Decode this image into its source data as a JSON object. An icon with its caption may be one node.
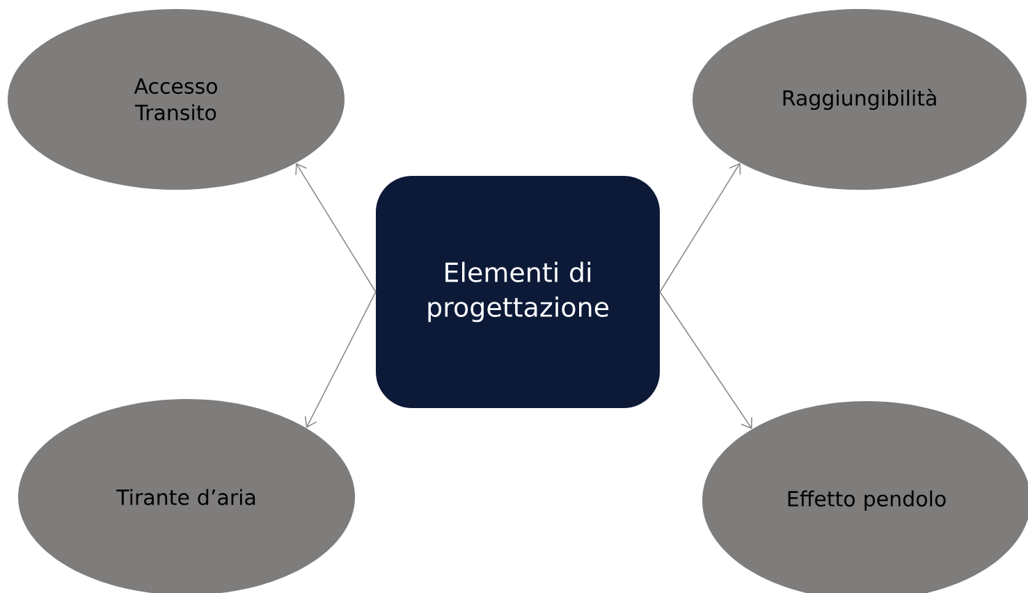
{
  "diagram": {
    "nodes": [
      {
        "text": [
          "Accesso Transito"
        ]
      },
      {
        "text": [
          "Raggiungibilità"
        ]
      },
      {
        "text": [
          "Elementi di progettazione"
        ]
      },
      {
        "text": [
          "Tirante d’aria"
        ]
      },
      {
        "text": [
          "Effetto pendolo"
        ]
      }
    ],
    "edges": [
      {
        "from": 2,
        "to": 0,
        "arrow": "to"
      },
      {
        "from": 2,
        "to": 1,
        "arrow": "to"
      },
      {
        "from": 2,
        "to": 3,
        "arrow": "to"
      },
      {
        "from": 2,
        "to": 4,
        "arrow": "to"
      }
    ]
  }
}
